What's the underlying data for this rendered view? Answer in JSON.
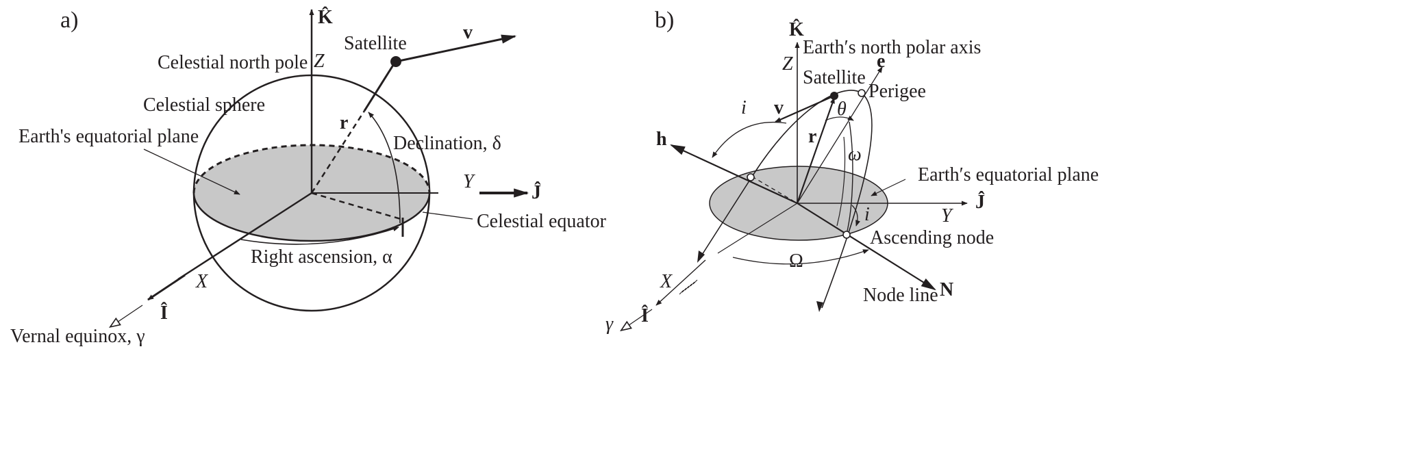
{
  "panel_a": {
    "tag": "a)",
    "k_hat": "K̂",
    "j_hat": "Ĵ",
    "i_hat": "Î",
    "axis_z": "Z",
    "axis_y": "Y",
    "axis_x": "X",
    "satellite": "Satellite",
    "v": "v",
    "r": "r",
    "celestial_north_pole": "Celestial north pole",
    "celestial_sphere": "Celestial sphere",
    "equatorial_plane": "Earth's equatorial plane",
    "declination": "Declination, δ",
    "celestial_equator": "Celestial equator",
    "right_ascension": "Right ascension, α",
    "vernal_equinox": "Vernal equinox, γ"
  },
  "panel_b": {
    "tag": "b)",
    "k_hat": "K̂",
    "j_hat": "Ĵ",
    "i_hat": "Î",
    "axis_z": "Z",
    "axis_y": "Y",
    "axis_x": "X",
    "polar_axis": "Earth′s north polar axis",
    "e": "e",
    "satellite": "Satellite",
    "perigee": "Perigee",
    "i_upper": "i",
    "v": "v",
    "theta": "θ",
    "h": "h",
    "r": "r",
    "omega": "ω",
    "equatorial_plane": "Earth′s equatorial plane",
    "i_lower": "i",
    "ascending_node": "Ascending node",
    "big_omega": "Ω",
    "node_line": "Node line",
    "n": "N",
    "gamma": "γ"
  },
  "colors": {
    "ink": "#231f20",
    "plane_fill": "#c8c8c8"
  }
}
